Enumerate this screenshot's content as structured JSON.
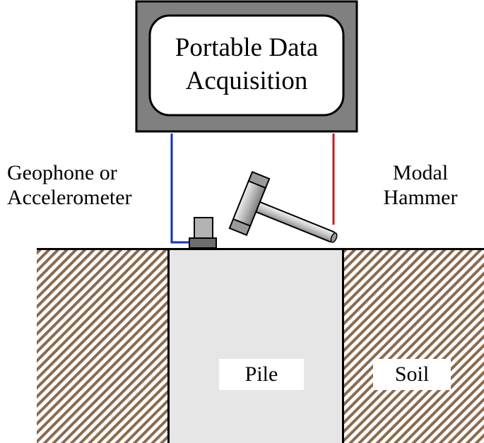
{
  "daq": {
    "line1": "Portable Data",
    "line2": "Acquisition"
  },
  "sensor_label": {
    "line1": "Geophone or",
    "line2": "Accelerometer"
  },
  "hammer_label": {
    "line1": "Modal",
    "line2": "Hammer"
  },
  "pile_label": "Pile",
  "soil_label": "Soil",
  "icons": [
    "geophone-icon",
    "modal-hammer-icon"
  ],
  "colors": {
    "sensor_cable": "#1030c8",
    "hammer_cable": "#d01818",
    "pile_fill": "#e6e6e6",
    "soil_hatch": "#8b6a4e",
    "daq_frame": "#808080"
  }
}
